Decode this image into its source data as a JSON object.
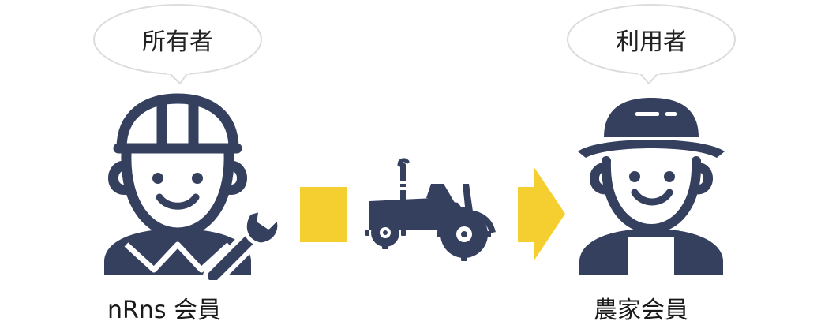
{
  "owner": {
    "bubble": "所有者",
    "caption": "nRns 会員"
  },
  "user": {
    "bubble": "利用者",
    "caption": "農家会員"
  },
  "colors": {
    "navy": "#34405e",
    "accent": "#f5cf30",
    "bubble_fill": "#ffffff",
    "bubble_stroke": "#d8d8d8"
  },
  "icons": [
    "mechanic-icon",
    "wrench-icon",
    "tractor-icon",
    "farmer-icon",
    "arrow-right-icon"
  ]
}
